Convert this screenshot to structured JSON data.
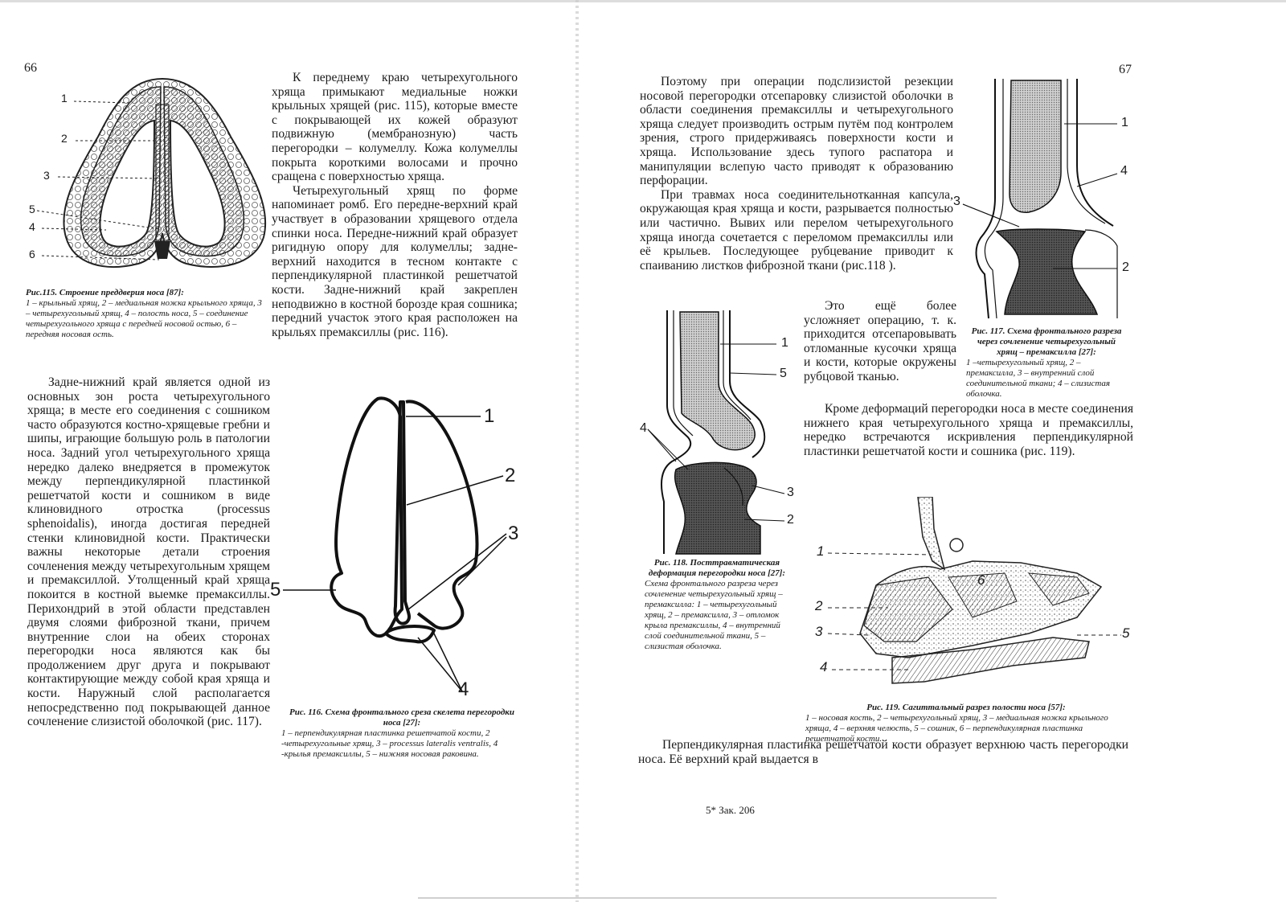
{
  "left_page": {
    "page_number": "66",
    "fig115": {
      "labels": [
        "1",
        "2",
        "3",
        "5",
        "4",
        "6"
      ],
      "title": "Рис.115. Строение преддверия носа [87]:",
      "desc": "1 – крыльный хрящ, 2 – медиальная ножка крыльного хряща, 3 – четырехугольный хрящ, 4 – полость носа, 5 – соединение четырехугольного хряща с передней носовой остью, 6 – передняя носовая ость."
    },
    "col1_paragraphs": [
      "Задне-нижний край является одной из основных зон роста четырехугольного хряща; в месте его соединения с сошником часто образуются костно-хрящевые гребни и шипы, играющие большую роль в патологии носа. Задний угол четырехугольного хряща нередко далеко внедряется в промежуток между перпендикулярной пластинкой решетчатой кости и сошником в виде клиновидного отростка (processus sphenoidalis), иногда достигая передней стенки клиновидной кости. Практически важны некоторые детали строения сочленения между четырехугольным хрящем и премаксиллой. Утолщенный край хряща покоится в костной выемке премаксиллы. Перихондрий в этой области представлен двумя слоями фиброзной ткани, причем внутренние слои на обеих сторонах перегородки носа являются как бы продолжением друг друга и покрывают контактирующие между собой края хряща и кости. Наружный слой располагается непосредственно под покрывающей данное сочленение слизистой оболочкой (рис. 117)."
    ],
    "col2_paragraphs": [
      "К переднему краю четырехугольного хряща примыкают медиальные ножки крыльных хрящей (рис. 115), которые вместе с покрывающей их кожей образуют подвижную (мембранозную) часть перегородки – колумеллу. Кожа колумеллы покрыта короткими волосами и прочно сращена с поверхностью хряща.",
      "Четырехугольный хрящ по форме напоминает ромб. Его передне-верхний край участвует в образовании хрящевого отдела спинки носа. Передне-нижний край образует ригидную опору для колумеллы; задне-верхний находится в тесном контакте с перпендикулярной пластинкой решетчатой кости. Задне-нижний край закреплен неподвижно в костной борозде края сошника; передний участок этого края расположен на крыльях премаксиллы (рис. 116)."
    ],
    "fig116": {
      "labels": [
        "1",
        "2",
        "3",
        "4",
        "5"
      ],
      "title": "Рис. 116. Схема фронтального среза скелета перегородки носа [27]:",
      "desc": "1 – перпендикулярная пластинка решетчатой кости, 2 -четырехугольные хрящ, 3 – processus lateralis ventralis, 4 -крылья премаксиллы, 5 – нижняя носовая раковина."
    }
  },
  "right_page": {
    "page_number": "67",
    "top_paragraphs": [
      "Поэтому при операции подслизистой резекции носовой перегородки отсепаровку слизистой оболочки в области соединения премаксиллы и четырехугольного хряща следует производить острым путём под контролем зрения, строго придерживаясь поверхности кости и хряща. Использование здесь тупого распатора и манипуляции вслепую часто приводят к образованию перфорации.",
      "При травмах носа соединительнотканная капсула, окружающая края хряща и кости, разрывается полностью или частично. Вывих или перелом четырехугольного хряща иногда сочетается с переломом премаксиллы или её крыльев. Последующее рубцевание приводит к спаиванию листков фиброзной ткани (рис.118 )."
    ],
    "fig117": {
      "labels": [
        "1",
        "4",
        "3",
        "2"
      ],
      "title": "Рис. 117. Схема фронтального разреза через сочленение четырехугольный хрящ – премаксилла [27]:",
      "desc": "1 –четырехугольный хрящ, 2 – премаксилла, 3 – внутренний слой соединительной ткани; 4 – слизистая оболочка."
    },
    "fig118": {
      "labels": [
        "1",
        "5",
        "4",
        "3",
        "2"
      ],
      "title": "Рис. 118. Посттравматическая деформация перегородки носа [27]:",
      "desc": "Схема фронтального разреза через сочленение четырехугольный хрящ – премаксилла: 1 – четырехугольный хрящ, 2 – премаксилла, 3 – отломок крыла премаксиллы, 4 – внутренний слой соединительной ткани, 5 – слизистая оболочка."
    },
    "mid_paragraphs": [
      "Это ещё более усложняет операцию, т. к. приходится отсепаровывать отломанные кусочки хряща и кости, которые окружены рубцовой тканью.",
      "Кроме деформаций перегородки носа в месте соединения нижнего края четырехугольного хряща и премаксиллы, нередко встречаются искривления перпендикулярной пластинки решетчатой кости и сошника (рис. 119)."
    ],
    "fig119": {
      "labels": [
        "1",
        "2",
        "3",
        "4",
        "5",
        "6"
      ],
      "title": "Рис. 119. Сагиттальный разрез полости носа [57]:",
      "desc": "1 – носовая кость, 2 – четырехугольный хрящ, 3 – медиальная ножка крыльного хряща, 4 – верхняя челюсть, 5 – сошник, 6 – перпендикулярная пластинка решетчатой кости."
    },
    "bottom_paragraph": "Перпендикулярная пластинка решетчатой кости образует верхнюю часть перегородки носа. Её верхний край выдается в",
    "footer": "5* Зак. 206"
  }
}
